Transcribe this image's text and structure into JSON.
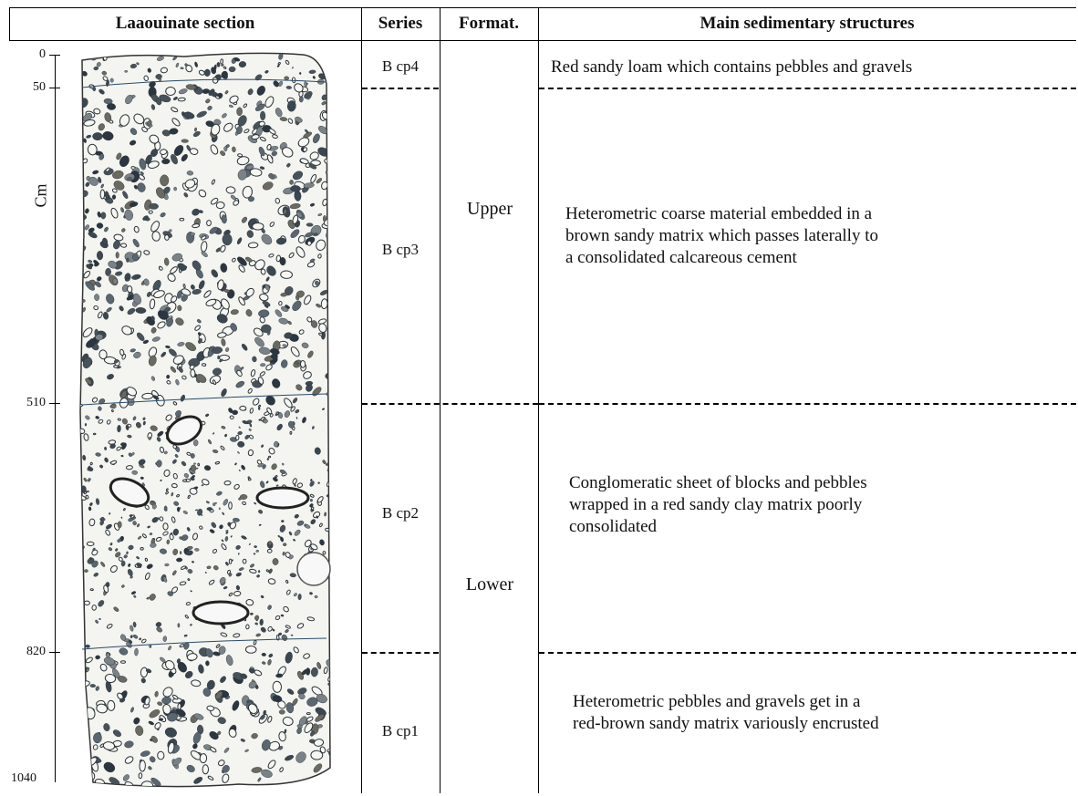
{
  "headers": {
    "section": "Laaouinate section",
    "series": "Series",
    "format": "Format.",
    "structures": "Main sedimentary structures"
  },
  "axis": {
    "unit": "Cm",
    "ticks": [
      "0",
      "50",
      "510",
      "820",
      "1040"
    ]
  },
  "series": [
    {
      "label": "B cp4"
    },
    {
      "label": "B cp3"
    },
    {
      "label": "B cp2"
    },
    {
      "label": "B cp1"
    }
  ],
  "formations": [
    {
      "label": "Upper"
    },
    {
      "label": "Lower"
    }
  ],
  "descriptions": [
    "Red sandy loam which contains pebbles and gravels",
    "Heterometric coarse material embedded in a\nbrown sandy matrix which passes laterally to\na consolidated calcareous cement",
    "Conglomeratic sheet of blocks and pebbles\nwrapped in a red sandy clay matrix poorly\nconsolidated",
    "Heterometric pebbles and gravels get in a\nred-brown sandy matrix variously encrusted"
  ]
}
